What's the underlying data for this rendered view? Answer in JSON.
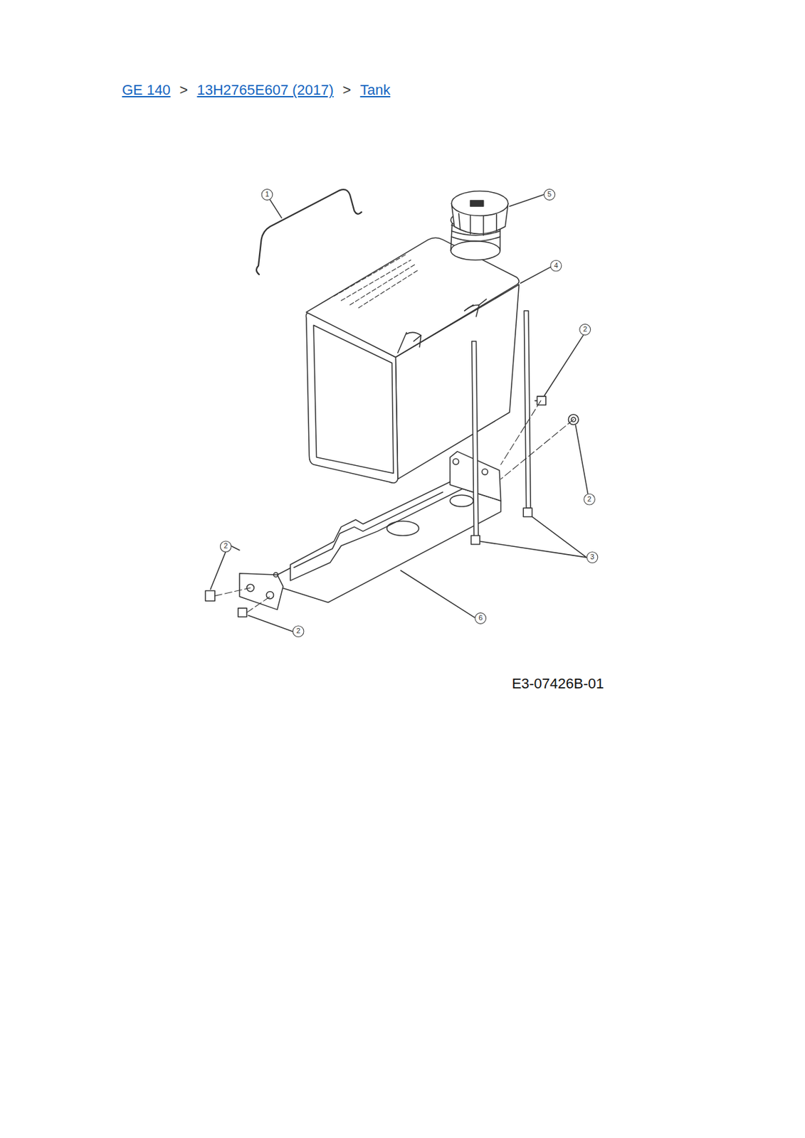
{
  "diagram": {
    "labels": [
      "GE 140",
      ">",
      "13H2765E607 (2017)",
      ">",
      "Tank",
      "1",
      "5",
      "4",
      "2",
      "2",
      "2",
      "3",
      "6",
      "2",
      "E3-07426B-01"
    ]
  }
}
